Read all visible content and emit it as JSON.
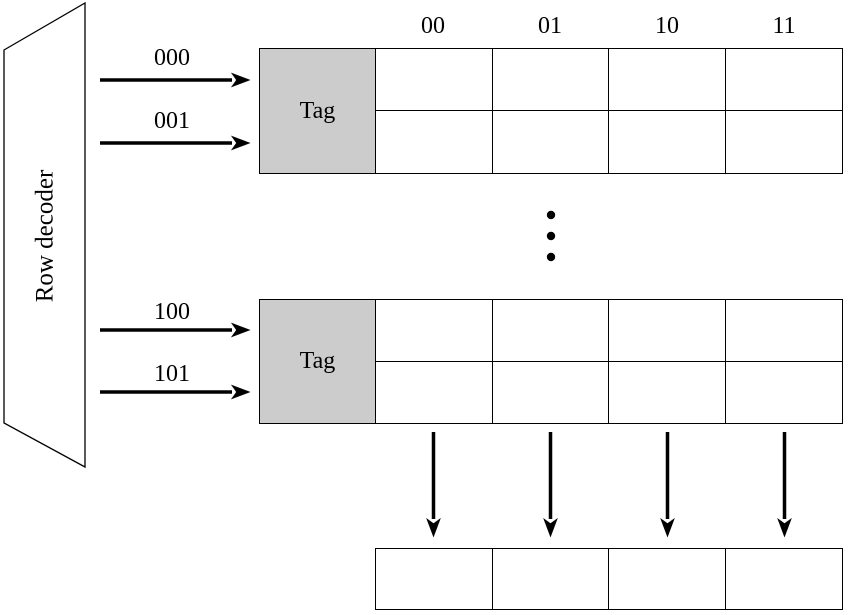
{
  "diagram": {
    "decoder": {
      "label": "Row decoder"
    },
    "address_labels": {
      "top": [
        "000",
        "001"
      ],
      "bottom": [
        "100",
        "101"
      ]
    },
    "column_headers": [
      "00",
      "01",
      "10",
      "11"
    ],
    "sets": [
      {
        "tag_label": "Tag"
      },
      {
        "tag_label": "Tag"
      }
    ],
    "ellipsis_dots": 3,
    "output_cells": 4,
    "colors": {
      "tag_fill": "#cccccc",
      "line": "#000000",
      "background": "#ffffff"
    }
  }
}
